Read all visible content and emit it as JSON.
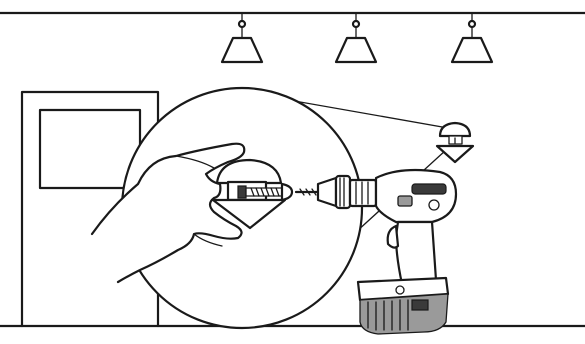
{
  "figure": {
    "palette": {
      "ink": "#1a1a1a",
      "paper": "#ffffff",
      "mid_grey": "#9a9a9a",
      "dark_grey": "#3a3a3a"
    },
    "parts": [
      "ceiling-line",
      "floor-line",
      "pendant-lamp",
      "door",
      "magnifier-circle",
      "hand",
      "mushroom-fitting",
      "screw",
      "cordless-drill",
      "battery-pack"
    ],
    "pendant_lamp_count": 3
  }
}
